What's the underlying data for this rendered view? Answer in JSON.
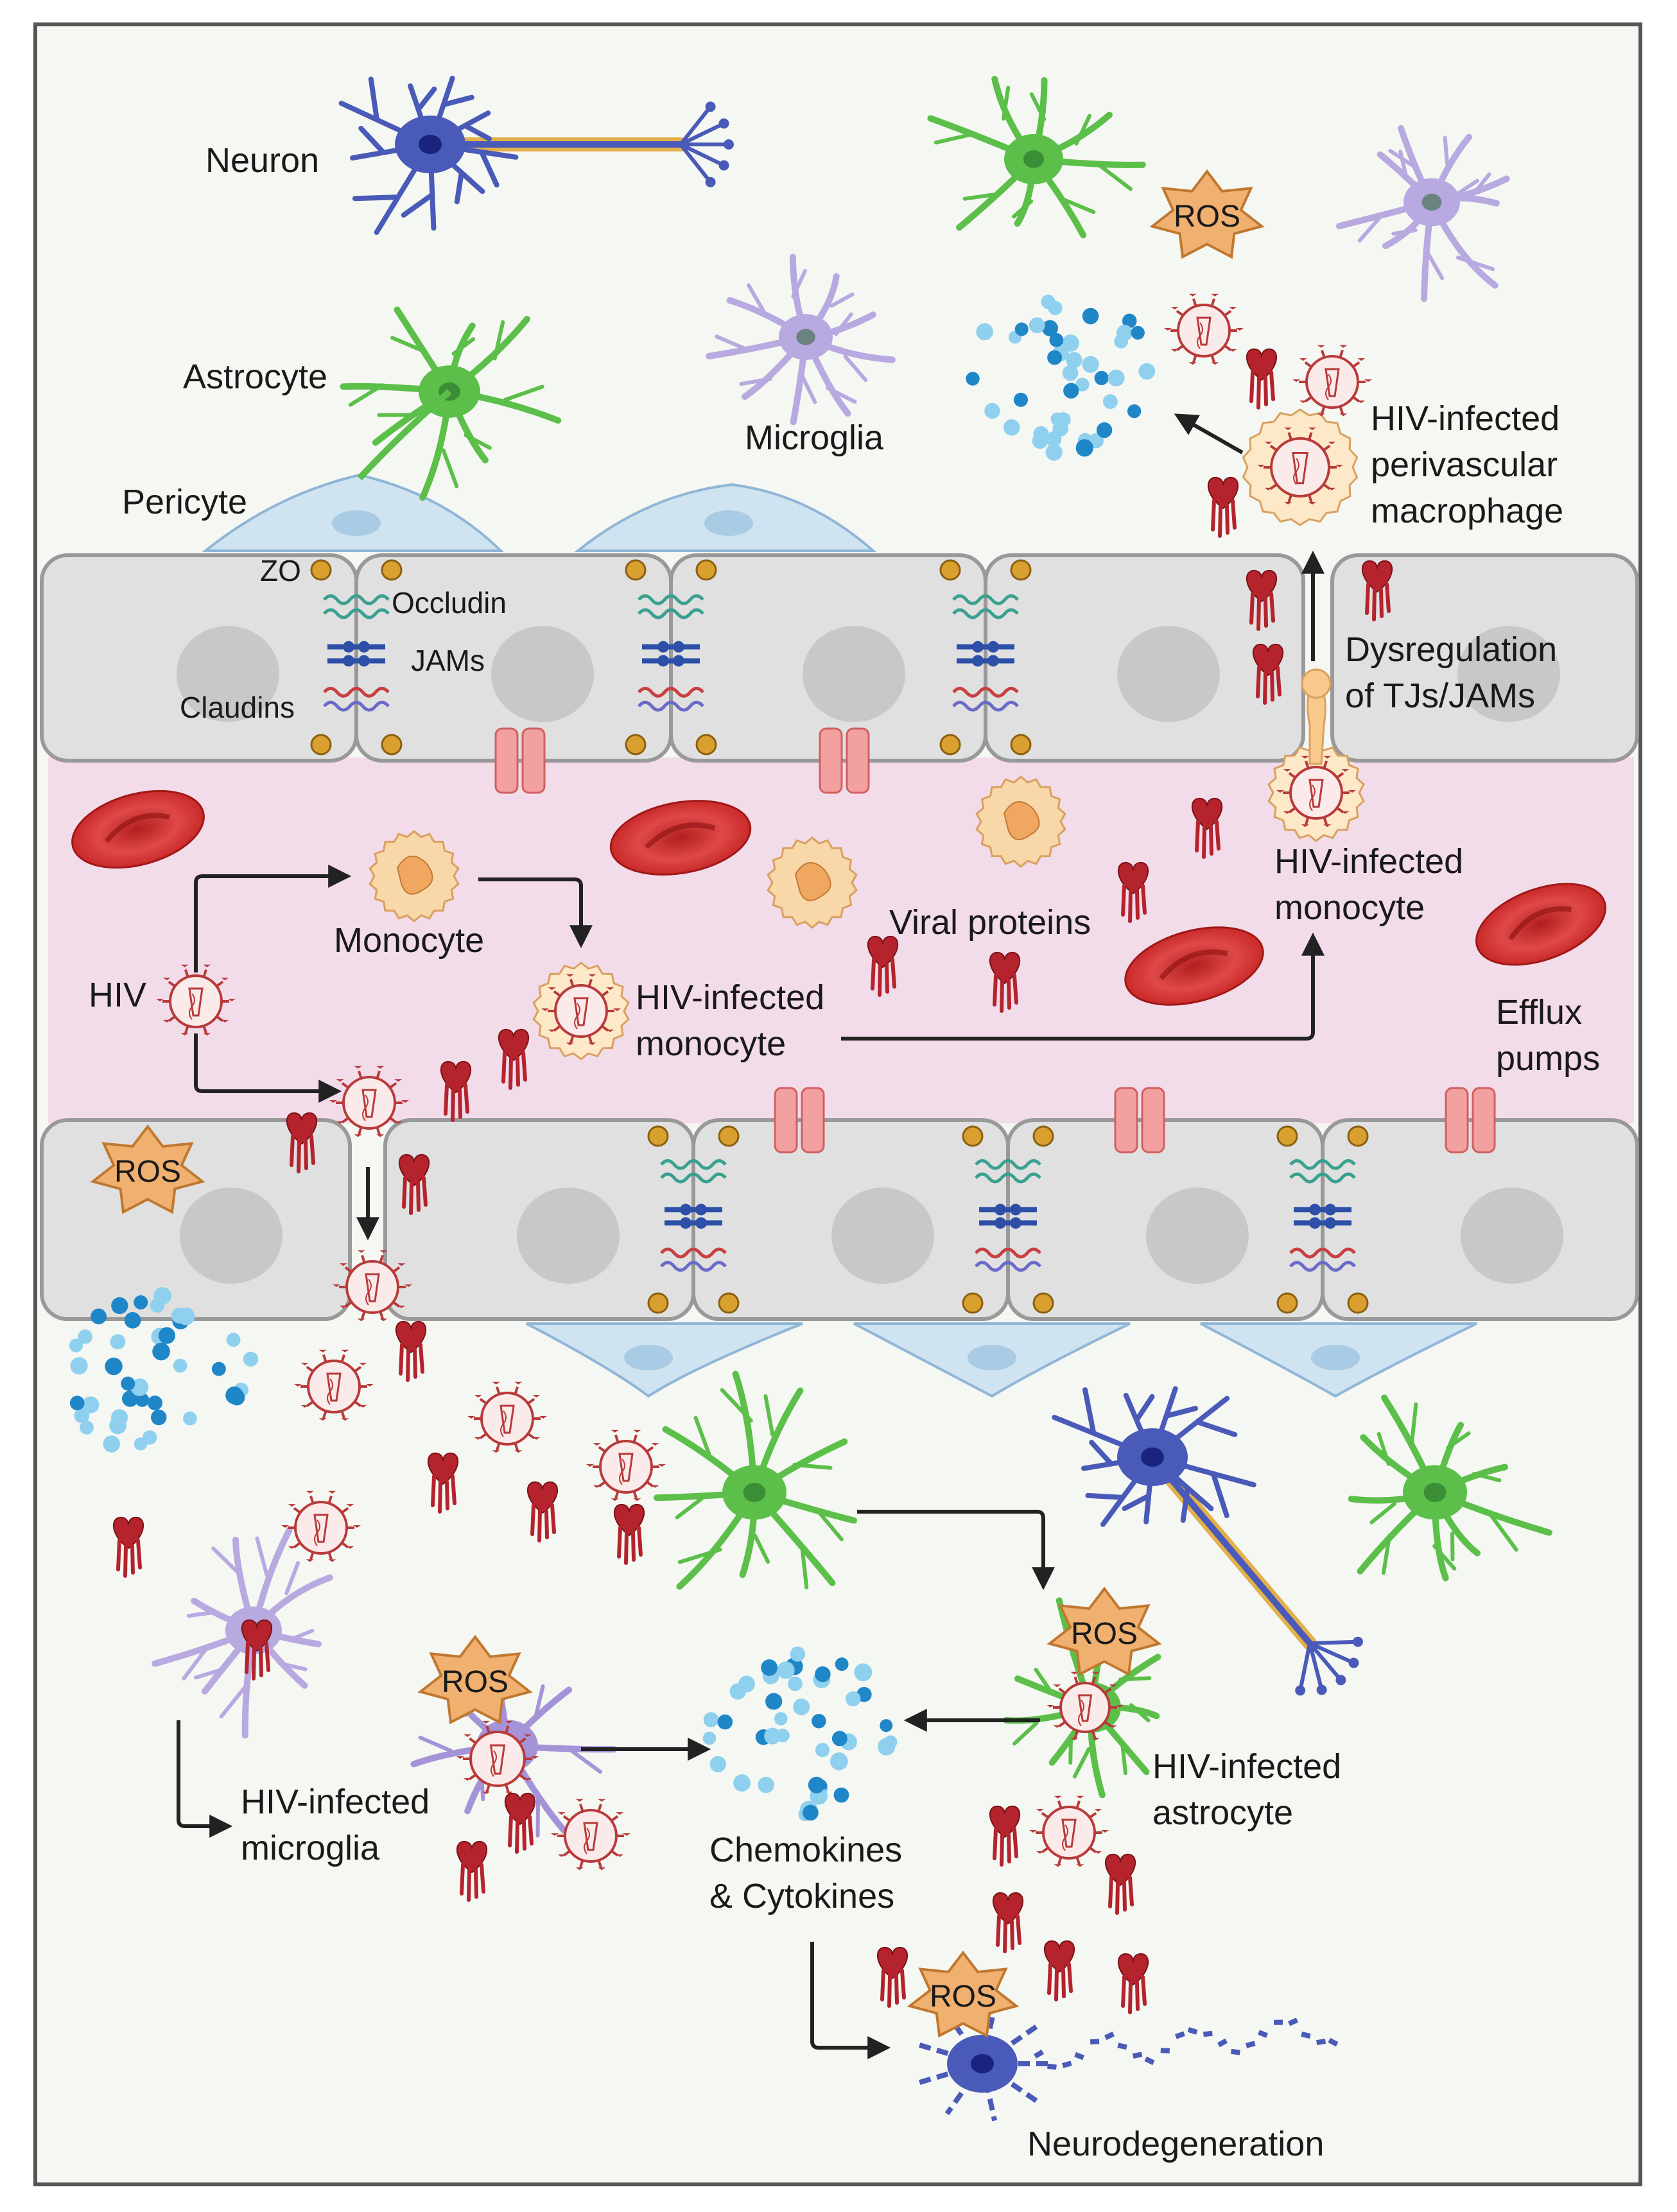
{
  "labels": {
    "neuron": "Neuron",
    "astrocyte": "Astrocyte",
    "microglia": "Microglia",
    "pericyte": "Pericyte",
    "zo": "ZO",
    "occludin": "Occludin",
    "jams": "JAMs",
    "claudins": "Claudins",
    "monocyte": "Monocyte",
    "hiv": "HIV",
    "hiv_infected_monocyte_1": [
      "HIV-infected",
      "monocyte"
    ],
    "hiv_infected_monocyte_2": [
      "HIV-infected",
      "monocyte"
    ],
    "viral_proteins": "Viral proteins",
    "efflux_pumps": [
      "Efflux",
      "pumps"
    ],
    "hiv_infected_pvm": [
      "HIV-infected",
      "perivascular",
      "macrophage"
    ],
    "dysregulation": [
      "Dysregulation",
      "of TJs/JAMs"
    ],
    "hiv_infected_microglia": [
      "HIV-infected",
      "microglia"
    ],
    "chemokines": [
      "Chemokines",
      "& Cytokines"
    ],
    "hiv_infected_astrocyte": [
      "HIV-infected",
      "astrocyte"
    ],
    "neurodegeneration": "Neurodegeneration",
    "ros": "ROS"
  },
  "colors": {
    "frame": "#f5f7f2",
    "endothelium": "#e0e0e0",
    "nucleus": "#c8c8c8",
    "lumen": "#f3dcea",
    "astrocyte": "#5bbf4a",
    "microglia": "#b8a9e0",
    "neuron": "#4a5ab8",
    "pericyte": "#cfe3f1",
    "rbc": "#d93a3a",
    "monocyte": "#f8c98a",
    "virus": "#b83a3a",
    "viral_protein": "#b5232d",
    "ros": "#f0b070",
    "cytokine": "#3aa0d8"
  }
}
